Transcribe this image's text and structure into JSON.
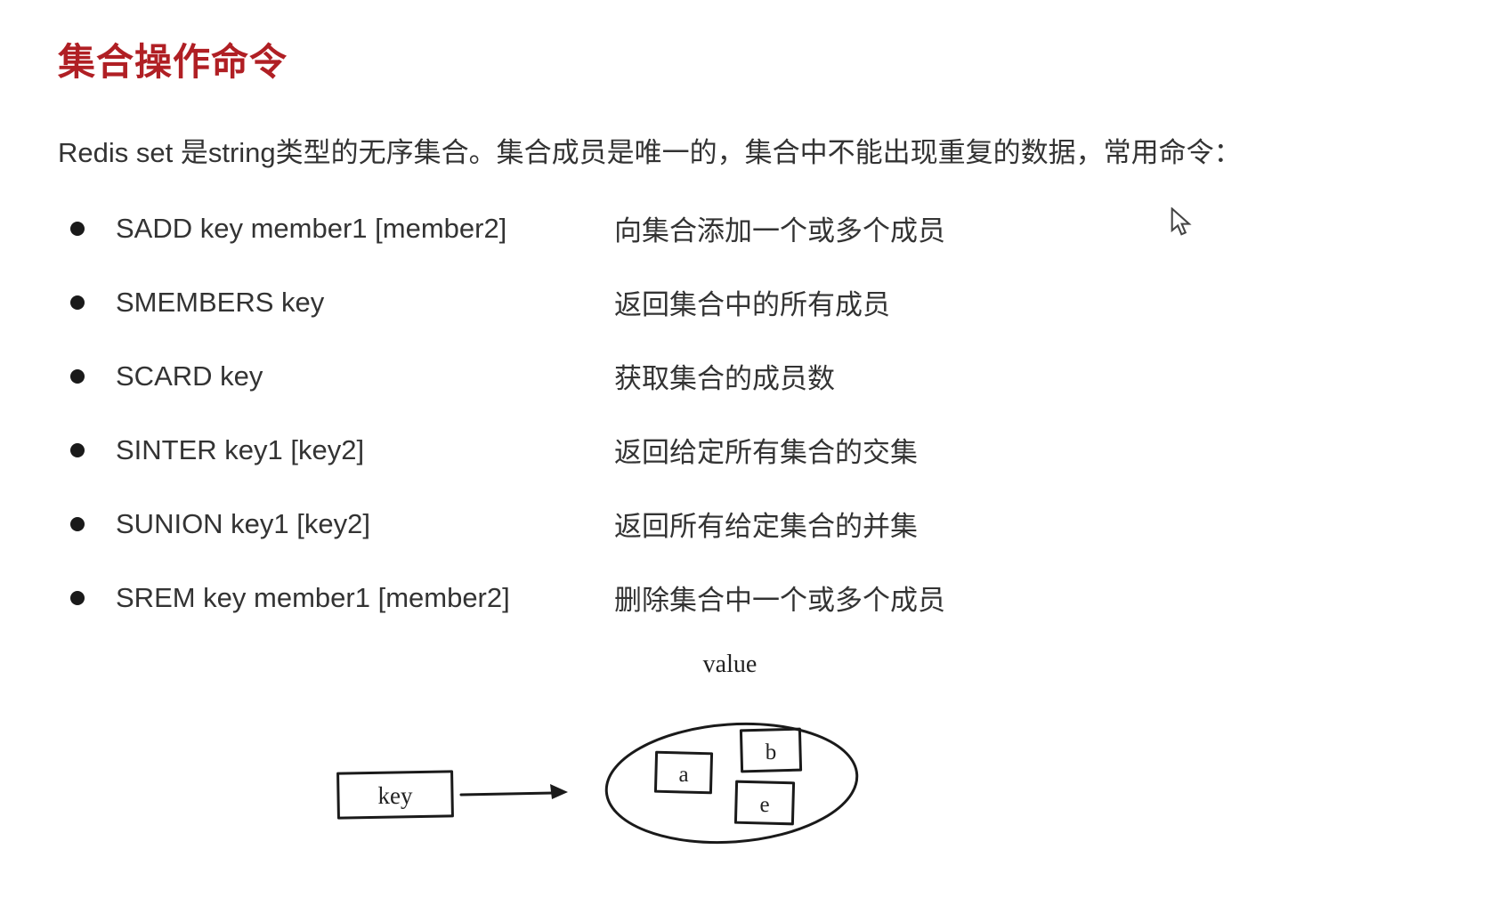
{
  "page": {
    "title": "集合操作命令",
    "intro": "Redis set 是string类型的无序集合。集合成员是唯一的，集合中不能出现重复的数据，常用命令：",
    "commands": [
      {
        "cmd": "SADD key member1 [member2]",
        "desc": "向集合添加一个或多个成员"
      },
      {
        "cmd": "SMEMBERS key",
        "desc": "返回集合中的所有成员"
      },
      {
        "cmd": "SCARD key",
        "desc": "获取集合的成员数"
      },
      {
        "cmd": "SINTER key1 [key2]",
        "desc": "返回给定所有集合的交集"
      },
      {
        "cmd": "SUNION key1 [key2]",
        "desc": "返回所有给定集合的并集"
      },
      {
        "cmd": "SREM key member1 [member2]",
        "desc": "删除集合中一个或多个成员"
      }
    ],
    "diagram": {
      "value_label": "value",
      "key_label": "key",
      "members": [
        "a",
        "b",
        "e"
      ]
    },
    "colors": {
      "title_red": "#b01f24",
      "body_text": "#333333",
      "stroke_black": "#1a1a1a"
    }
  }
}
